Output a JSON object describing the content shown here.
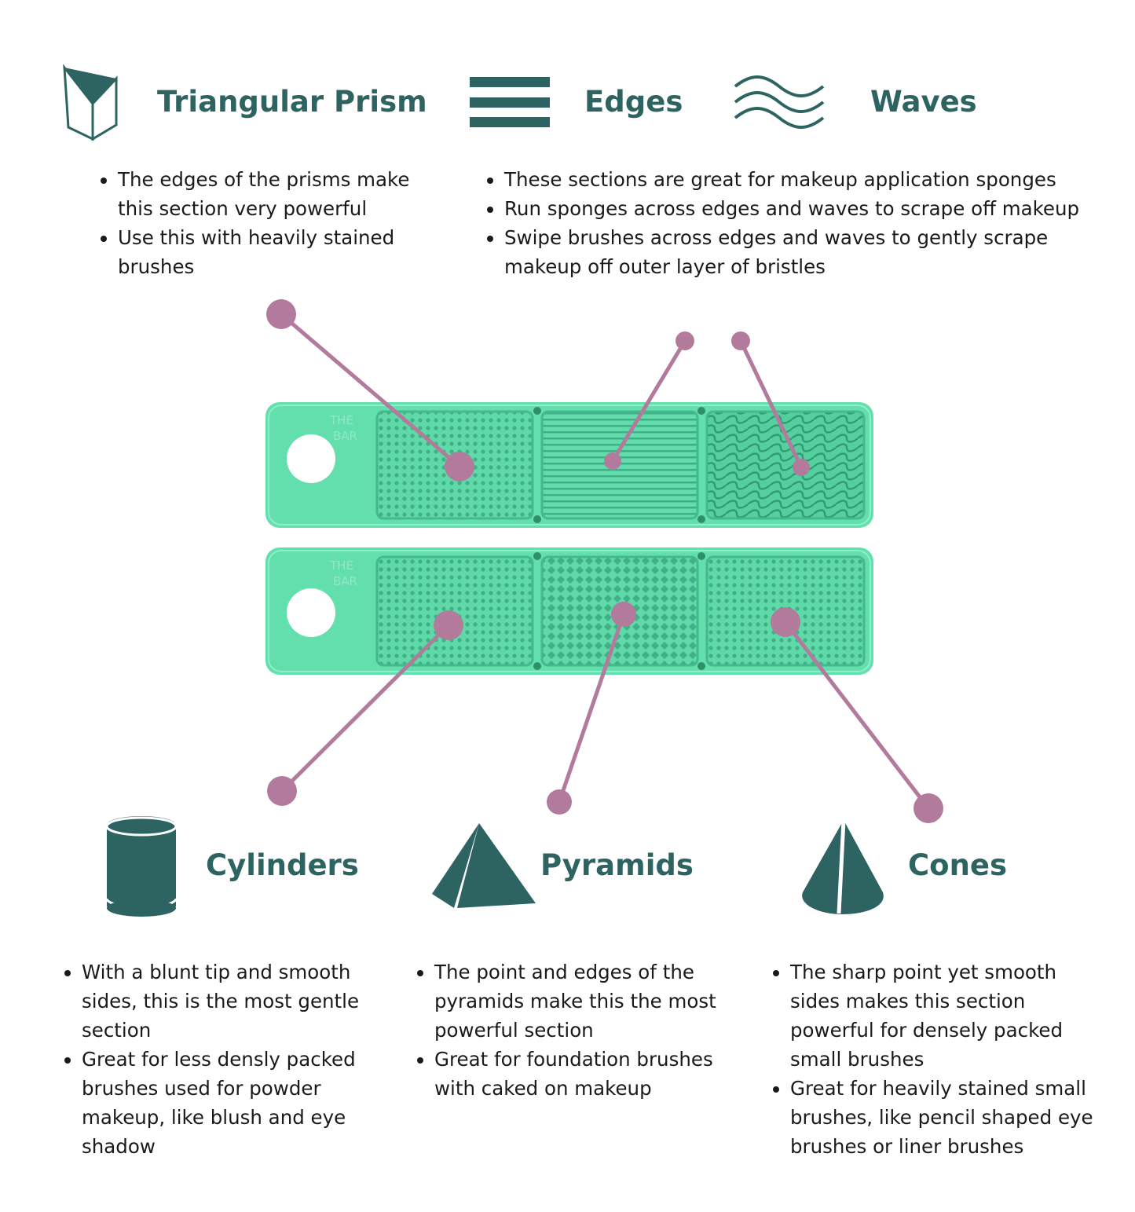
{
  "colors": {
    "heading": "#2d6462",
    "icon": "#2d6462",
    "accent": "#b27b9c",
    "tool": "#63dfae",
    "tool_dark": "#45b98e",
    "text": "#1a1a1a"
  },
  "top": {
    "prism": {
      "title": "Triangular Prism",
      "icon": "triangular-prism-icon",
      "bullets": [
        "The edges of the prisms make this section very powerful",
        "Use this with heavily stained brushes"
      ]
    },
    "edges": {
      "title": "Edges",
      "icon": "edges-icon"
    },
    "waves": {
      "title": "Waves",
      "icon": "waves-icon"
    },
    "edges_waves_bullets": [
      "These sections are great for makeup application sponges",
      "Run sponges across edges and waves to scrape off makeup",
      "Swipe brushes across edges and waves to gently scrape makeup off outer layer of bristles"
    ]
  },
  "bottom": {
    "cylinders": {
      "title": "Cylinders",
      "icon": "cylinder-icon",
      "bullets": [
        "With a blunt tip and smooth sides, this is the most gentle section",
        "Great for less densly packed brushes used for powder makeup, like blush and eye shadow"
      ]
    },
    "pyramids": {
      "title": "Pyramids",
      "icon": "pyramid-icon",
      "bullets": [
        "The point and edges of the pyramids make this the most powerful section",
        "Great for foundation brushes with caked on makeup"
      ]
    },
    "cones": {
      "title": "Cones",
      "icon": "cone-icon",
      "bullets": [
        "The sharp point yet smooth sides makes this section powerful for densely packed small brushes",
        "Great for heavily stained small brushes, like pencil shaped eye brushes or liner brushes"
      ]
    }
  },
  "tool": {
    "brand": [
      "THE",
      "BAR"
    ],
    "top_bar_sections": [
      "prism",
      "edges",
      "waves"
    ],
    "bottom_bar_sections": [
      "cylinders",
      "pyramids",
      "cones"
    ]
  }
}
